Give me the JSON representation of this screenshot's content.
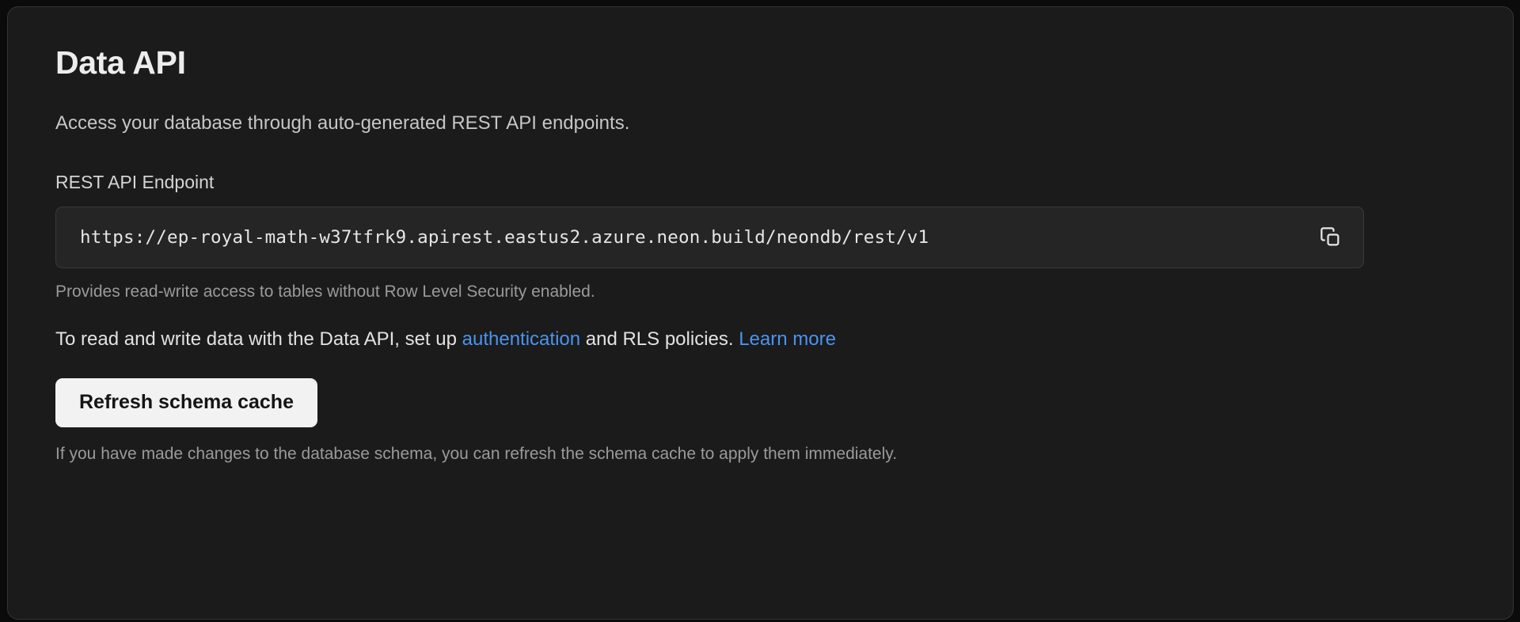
{
  "card": {
    "title": "Data API",
    "description": "Access your database through auto-generated REST API endpoints.",
    "endpoint": {
      "label": "REST API Endpoint",
      "value": "https://ep-royal-math-w37tfrk9.apirest.eastus2.azure.neon.build/neondb/rest/v1",
      "copy_icon": "copy-icon",
      "hint": "Provides read-write access to tables without Row Level Security enabled."
    },
    "info_line": {
      "prefix": "To read and write data with the Data API, set up ",
      "link_auth": "authentication",
      "middle": " and RLS policies. ",
      "link_learn_more": "Learn more"
    },
    "refresh": {
      "button_label": "Refresh schema cache",
      "note": "If you have made changes to the database schema, you can refresh the schema cache to apply them immediately."
    }
  },
  "colors": {
    "page_background": "#0b0b0b",
    "card_background": "#1b1b1b",
    "card_border": "#343434",
    "input_background": "#252525",
    "input_border": "#3a3a3a",
    "link": "#4a94f0",
    "button_background": "#f2f2f2",
    "button_text": "#141414",
    "title_text": "#ededed",
    "muted_text": "#9a9a9a"
  }
}
